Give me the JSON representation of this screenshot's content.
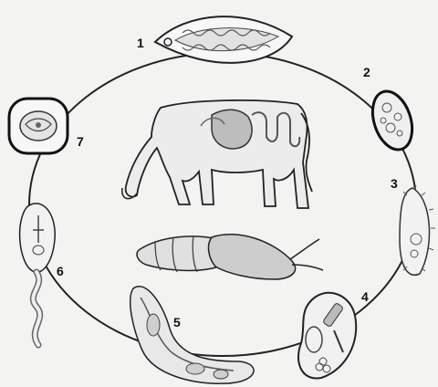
{
  "stages": [
    {
      "number": "1"
    },
    {
      "number": "2"
    },
    {
      "number": "3"
    },
    {
      "number": "4"
    },
    {
      "number": "5"
    },
    {
      "number": "6"
    },
    {
      "number": "7"
    }
  ],
  "colors": {
    "background": "#f3f3f1",
    "outline": "#333333",
    "organ_fill": "#b9b9b9",
    "host_fill": "#e9e9e9",
    "snail_fill": "#d4d4d4"
  }
}
